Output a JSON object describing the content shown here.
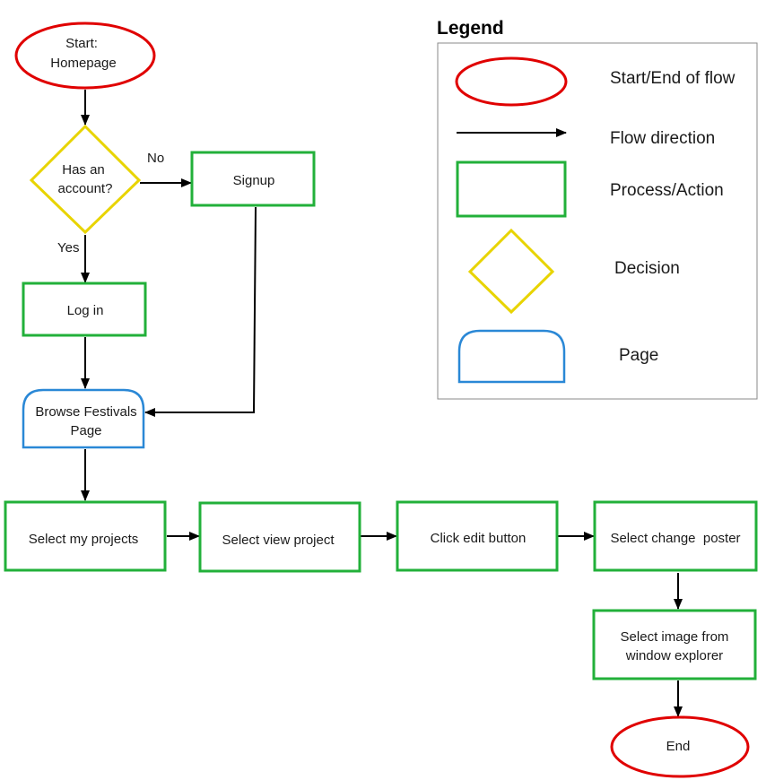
{
  "colors": {
    "start_end": "#e00000",
    "process": "#22b03a",
    "decision": "#e8d400",
    "page": "#2a88d6",
    "arrow": "#000000",
    "legend_border": "#8a8a8a"
  },
  "flowchart": {
    "start": {
      "line1": "Start:",
      "line2": "Homepage"
    },
    "decision": {
      "line1": "Has an",
      "line2": "account?"
    },
    "edge_no": "No",
    "edge_yes": "Yes",
    "signup": "Signup",
    "login": "Log in",
    "browse": {
      "line1": "Browse Festivals",
      "line2": "Page"
    },
    "select_projects": "Select my projects",
    "select_view": "Select view project",
    "click_edit": "Click edit button",
    "select_poster": "Select change  poster",
    "select_image": {
      "line1": "Select image from",
      "line2": "window explorer"
    },
    "end": "End"
  },
  "legend": {
    "title": "Legend",
    "items": [
      {
        "shape": "ellipse",
        "label": "Start/End of flow"
      },
      {
        "shape": "arrow",
        "label": "Flow direction"
      },
      {
        "shape": "rectangle",
        "label": "Process/Action"
      },
      {
        "shape": "diamond",
        "label": "Decision"
      },
      {
        "shape": "page",
        "label": "Page"
      }
    ]
  }
}
